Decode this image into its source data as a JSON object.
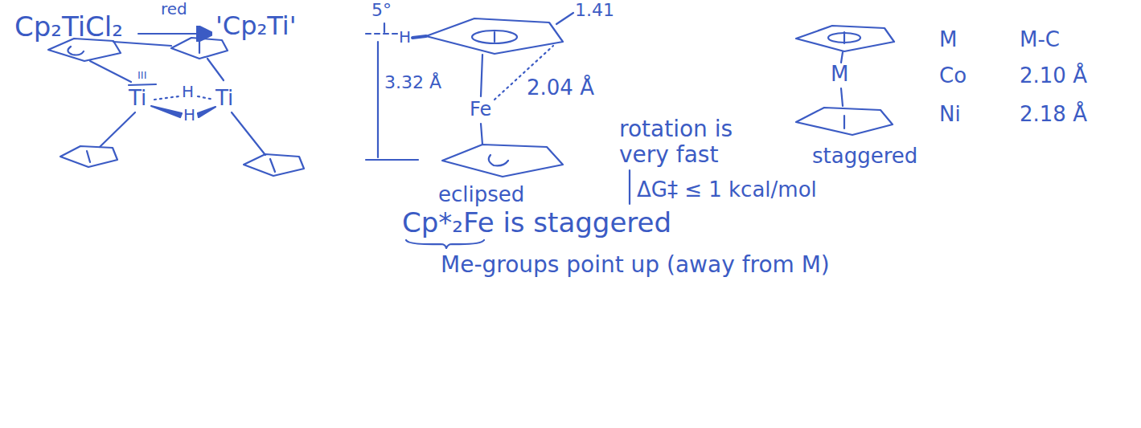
{
  "diagram": {
    "labels": [
      "Cp₂TiCl₂",
      "red",
      "'Cp₂Ti'",
      "III",
      "Ti",
      "H",
      "Ti",
      "H",
      "5°",
      "H",
      "1.41",
      "3.32 Å",
      "Fe",
      "2.04 Å",
      "eclipsed",
      "rotation is very fast",
      "ΔG‡ ≤ 1 kcal/mol",
      "M",
      "staggered",
      "M",
      "M-C",
      "Co",
      "2.10 Å",
      "Ni",
      "2.18 Å",
      "Cp*₂Fe is staggered",
      "Me-groups point up (away from M)"
    ]
  }
}
